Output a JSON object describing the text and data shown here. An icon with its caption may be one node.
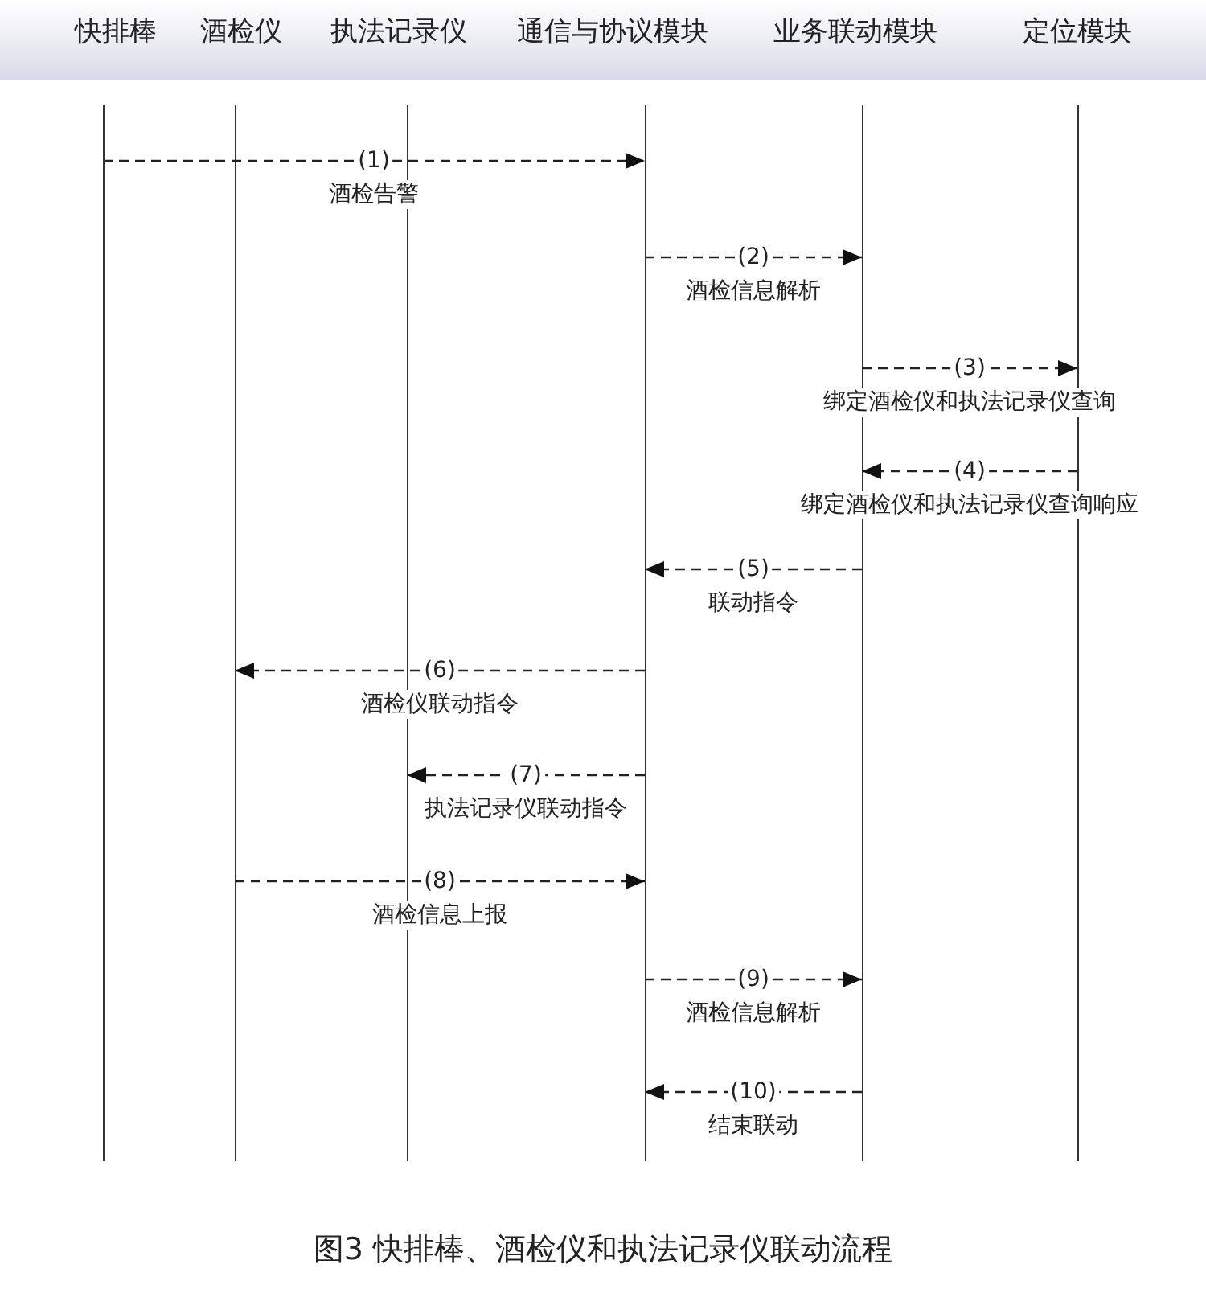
{
  "diagram": {
    "caption": "图3 快排棒、酒检仪和执法记录仪联动流程",
    "nodes": [
      {
        "text": [
          "快排棒"
        ]
      },
      {
        "text": [
          "酒检仪"
        ]
      },
      {
        "text": [
          "执法记录仪"
        ]
      },
      {
        "text": [
          "通信与协议模块"
        ]
      },
      {
        "text": [
          "业务联动模块"
        ]
      },
      {
        "text": [
          "定位模块"
        ]
      }
    ],
    "edges": [
      {
        "from": 0,
        "to": 3,
        "arrow": "to",
        "label": "(1)",
        "style": "dashed"
      },
      {
        "from": 3,
        "to": 4,
        "arrow": "to",
        "label": "(2)",
        "style": "dashed"
      },
      {
        "from": 4,
        "to": 5,
        "arrow": "to",
        "label": "(3)",
        "style": "dashed"
      },
      {
        "from": 5,
        "to": 4,
        "arrow": "to",
        "label": "(4)",
        "style": "dashed"
      },
      {
        "from": 4,
        "to": 3,
        "arrow": "to",
        "label": "(5)",
        "style": "dashed"
      },
      {
        "from": 3,
        "to": 1,
        "arrow": "to",
        "label": "(6)",
        "style": "dashed"
      },
      {
        "from": 3,
        "to": 2,
        "arrow": "to",
        "label": "(7)",
        "style": "dashed"
      },
      {
        "from": 1,
        "to": 3,
        "arrow": "to",
        "label": "(8)",
        "style": "dashed"
      },
      {
        "from": 3,
        "to": 4,
        "arrow": "to",
        "label": "(9)",
        "style": "dashed"
      },
      {
        "from": 4,
        "to": 3,
        "arrow": "to",
        "label": "(10)",
        "style": "dashed"
      }
    ],
    "labels": [
      "酒检告警",
      "酒检信息解析",
      "绑定酒检仪和执法记录仪查询",
      "绑定酒检仪和执法记录仪查询响应",
      "联动指令",
      "酒检仪联动指令",
      "执法记录仪联动指令",
      "酒检信息上报",
      "酒检信息解析",
      "结束联动"
    ]
  }
}
